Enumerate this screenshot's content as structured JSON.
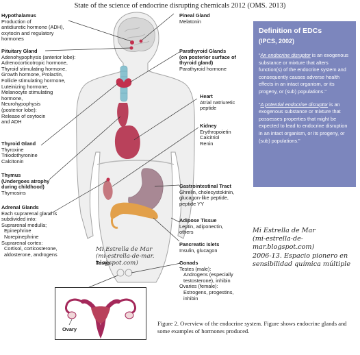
{
  "title": "State of the science of endocrine disrupting chemicals 2012 (OMS. 2013)",
  "labels": {
    "hypothalamus": {
      "heading": "Hypothalamus",
      "lines": [
        "Production of",
        "antidiuretic hormone (ADH),",
        "oxytocin and regulatory",
        "hormones"
      ]
    },
    "pituitary": {
      "heading": "Pituitary Gland",
      "lines": [
        "Adenohypophysis (anterior lobe):",
        "Adrenocorticotropic hormone,",
        "Thyroid stimulating hormone,",
        "Growth hormone, Prolactin,",
        "Follicle stimulating hormone,",
        "Luteinizing hormone,",
        "Melanocyte stimulating",
        "hormone,",
        "Neurohypophysis",
        "(posterior lobe):",
        "Release of oxytocin",
        "and ADH"
      ]
    },
    "thyroid": {
      "heading": "Thyroid Gland",
      "lines": [
        "Thyroxine",
        "Triiodothyronine",
        "Calcitonin"
      ]
    },
    "thymus": {
      "heading": "Thymus",
      "heading2": "(Undergoes atrophy",
      "heading3": "during childhood)",
      "lines": [
        "Thymosins"
      ]
    },
    "adrenal": {
      "heading": "Adrenal Glands",
      "lines": [
        "Each suprarenal gland is",
        "subdivided into:",
        "Suprarenal medulla;",
        "  Epinephrine",
        "  Norepinephrine",
        "Suprarenal cortex:",
        "  Cortisol, corticosterone,",
        "  aldosterone, androgens"
      ]
    },
    "pineal": {
      "heading": "Pineal Gland",
      "lines": [
        "Melatonin"
      ]
    },
    "parathyroid": {
      "heading": "Parathyroid Glands",
      "heading2": "(on posterior surface of",
      "heading3": "thyroid gland)",
      "lines": [
        "Parathyroid hormone"
      ]
    },
    "heart": {
      "heading": "Heart",
      "lines": [
        "Atrial natriuretic",
        "peptide"
      ]
    },
    "kidney": {
      "heading": "Kidney",
      "lines": [
        "Erythropoietin",
        "Calcitriol",
        "Renin"
      ]
    },
    "gi": {
      "heading": "Gastrointestinal Tract",
      "lines": [
        "Ghrelin, cholecystokinin,",
        "glucagon-like peptide,",
        "peptide YY"
      ]
    },
    "adipose": {
      "heading": "Adipose Tissue",
      "lines": [
        "Leptin, adiponectin,",
        "others"
      ]
    },
    "pancreas": {
      "heading": "Pancreatic Islets",
      "lines": [
        "Insulin, glucagon"
      ]
    },
    "gonads": {
      "heading": "Gonads",
      "lines": [
        "Testes (male):",
        "  Androgens (especially",
        "  testosterone), inhibin",
        "Ovaries (female):",
        "  Estrogens, progestins,",
        "  inhibin"
      ]
    },
    "testis": "Testis",
    "ovary": "Ovary"
  },
  "definition": {
    "heading": "Definition of EDCs",
    "source": "(IPCS, 2002)",
    "p1_term": "An endocrine disruptor",
    "p1_text": " is an exogenous substance or mixture that alters function(s) of the endocrine system and consequently causes adverse health effects in an intact organism, or its progeny, or (sub) populations.\"",
    "p2_term": "A potential endocrine disruptor",
    "p2_text": " is an exogenous substance or mixture that possesses properties that might be expected to lead to endocrine disruption in an intact organism, or its progeny, or (sub) populations.\""
  },
  "credit": {
    "line1": "Mi Estrella de Mar",
    "line2": "(mi-estrella-de-",
    "line3": "mar.blogspot.com)",
    "line4": "2006-13. Espacio pionero en",
    "line5": "sensibilidad química múltiple"
  },
  "watermark": {
    "line1": "Mi Estrella de Mar",
    "line2": "(mi-estrella-de-mar.",
    "line3": "blogspot.com)"
  },
  "caption": "Figure 2. Overview of the endocrine system. Figure shows endocrine glands and some examples of hormones produced.",
  "colors": {
    "body": "#efefef",
    "body_outline": "#9a9a9a",
    "brain": "#d8d8d8",
    "organ": "#b9415b",
    "trachea": "#89c2d0",
    "gland_red": "#c2304e",
    "stomach": "#a88894",
    "pancreas": "#e2a04a",
    "kidney": "#c5787f",
    "defbox": "#7c86bd"
  }
}
